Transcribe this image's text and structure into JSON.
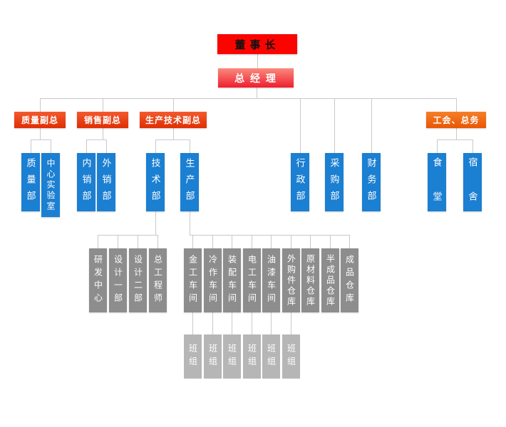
{
  "colors": {
    "chairman_bg": "#fb0400",
    "gm_gradient_top": "#fa8a7c",
    "gm_gradient_bottom": "#ef1e2e",
    "vp_red": "#e02e03",
    "union_orange": "#e85703",
    "dept_blue": "#1b7fd2",
    "section_gray": "#8d8d8d",
    "team_gray": "#b6b6b6",
    "line_gray": "#c9c9c9"
  },
  "nodes": {
    "chairman": "董事长",
    "general_manager": "总 经 理",
    "quality_vp": "质量副总",
    "sales_vp": "销售副总",
    "production_tech_vp": "生产技术副总",
    "union_general_affairs": "工会、总务",
    "quality_dept": "质量部",
    "central_lab": "中心实验室",
    "domestic_sales_dept": "内销部",
    "export_sales_dept": "外销部",
    "tech_dept": "技术部",
    "production_dept": "生产部",
    "admin_dept": "行政部",
    "purchasing_dept": "采购部",
    "finance_dept": "财务部",
    "canteen": "食 堂",
    "dormitory": "宿 舍",
    "rd_center": "研发中心",
    "design_dept_1": "设计一部",
    "design_dept_2": "设计二部",
    "chief_engineer": "总工程师",
    "metalwork_shop": "金工车间",
    "coldwork_shop": "冷作车间",
    "assembly_shop": "装配车间",
    "electrician_shop": "电工车间",
    "paint_shop": "油漆车间",
    "purchased_parts_warehouse": "外购件仓库",
    "raw_material_warehouse": "原材料仓库",
    "semi_finished_warehouse": "半成品仓库",
    "finished_goods_warehouse": "成品仓库"
  },
  "teams": [
    "班组",
    "班组",
    "班组",
    "班组",
    "班组",
    "班组"
  ]
}
